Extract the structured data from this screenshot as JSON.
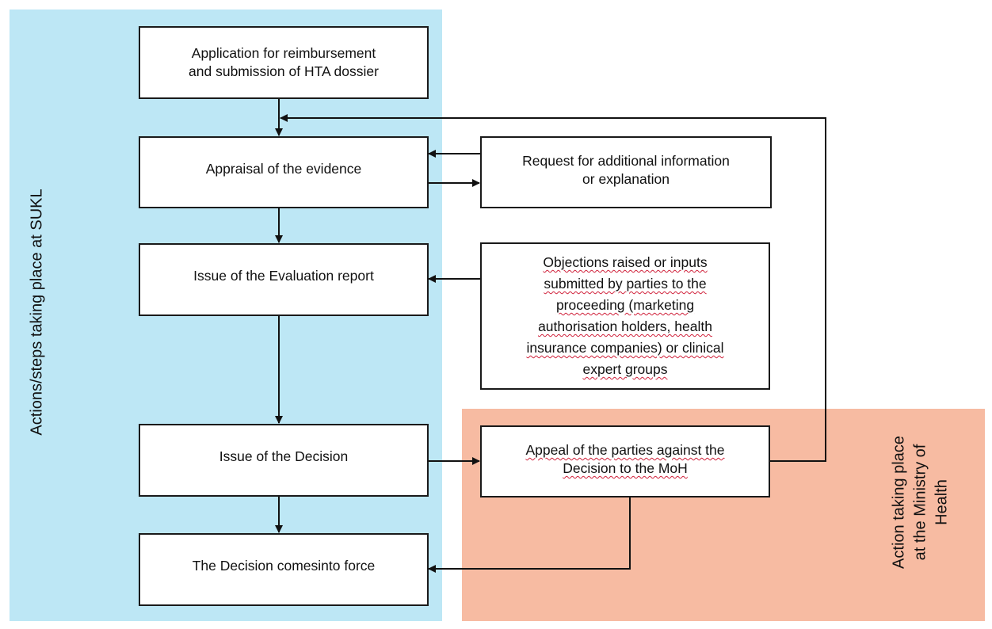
{
  "panels": {
    "sukl": {
      "label": "Actions/steps taking place at SUKL",
      "color": "#bde7f5"
    },
    "moh": {
      "label_lines": [
        "Action taking place",
        "at the Ministry of",
        "Health"
      ],
      "color": "#f7bba2"
    }
  },
  "steps": [
    {
      "id": "application",
      "lines": [
        "Application for reimbursement",
        "and submission of HTA dossier"
      ]
    },
    {
      "id": "appraisal",
      "lines": [
        "Appraisal of the evidence"
      ]
    },
    {
      "id": "evaluation-report",
      "lines": [
        "Issue of the Evaluation report"
      ]
    },
    {
      "id": "decision",
      "lines": [
        "Issue of the Decision"
      ]
    },
    {
      "id": "in-force",
      "lines": [
        "The Decision comesinto force"
      ]
    }
  ],
  "side_boxes": {
    "request": {
      "lines": [
        "Request for additional information",
        "or explanation"
      ]
    },
    "objections": {
      "lines": [
        "Objections raised or inputs",
        "submitted by parties to the",
        "proceeding (marketing",
        "authorisation holders, health",
        "insurance companies) or clinical",
        "expert groups"
      ]
    },
    "appeal": {
      "lines": [
        "Appeal of the parties against the",
        "Decision to the MoH"
      ]
    }
  },
  "connections": [
    {
      "from": "application",
      "to": "appraisal"
    },
    {
      "from": "appraisal",
      "to": "request"
    },
    {
      "from": "request",
      "to": "appraisal"
    },
    {
      "from": "appraisal",
      "to": "evaluation-report"
    },
    {
      "from": "objections",
      "to": "evaluation-report"
    },
    {
      "from": "evaluation-report",
      "to": "decision"
    },
    {
      "from": "decision",
      "to": "appeal"
    },
    {
      "from": "appeal",
      "to": "appraisal"
    },
    {
      "from": "decision",
      "to": "in-force"
    },
    {
      "from": "appeal",
      "to": "in-force"
    }
  ]
}
